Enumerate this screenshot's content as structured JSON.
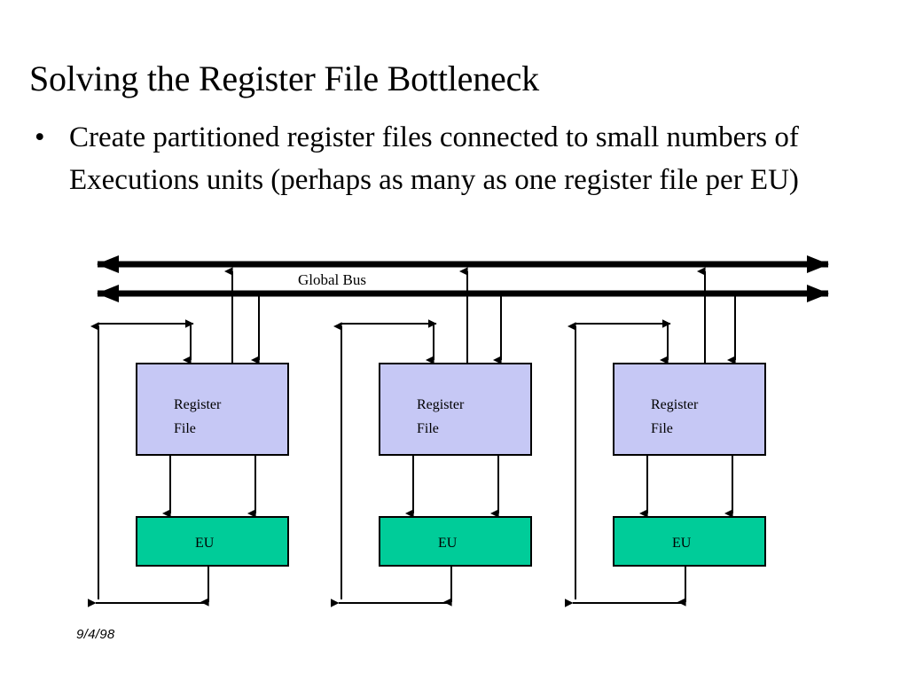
{
  "slide": {
    "title": "Solving the Register File Bottleneck",
    "date": "9/4/98",
    "bullets": [
      {
        "marker": "•",
        "text": "Create partitioned register files connected to small numbers of Executions units (perhaps as many as one register file per EU)"
      }
    ]
  },
  "diagram": {
    "bus": {
      "label": "Global Bus",
      "upper_bus_name": "global-bus-upper",
      "lower_bus_name": "global-bus-lower"
    },
    "colors": {
      "register_file_fill": "#C6C8F5",
      "eu_fill": "#00CC99",
      "stroke": "#000000",
      "background": "#FFFFFF"
    },
    "columns": [
      {
        "register_file_label_line1": "Register",
        "register_file_label_line2": "File",
        "eu_label": "EU"
      },
      {
        "register_file_label_line1": "Register",
        "register_file_label_line2": "File",
        "eu_label": "EU"
      },
      {
        "register_file_label_line1": "Register",
        "register_file_label_line2": "File",
        "eu_label": "EU"
      }
    ]
  }
}
